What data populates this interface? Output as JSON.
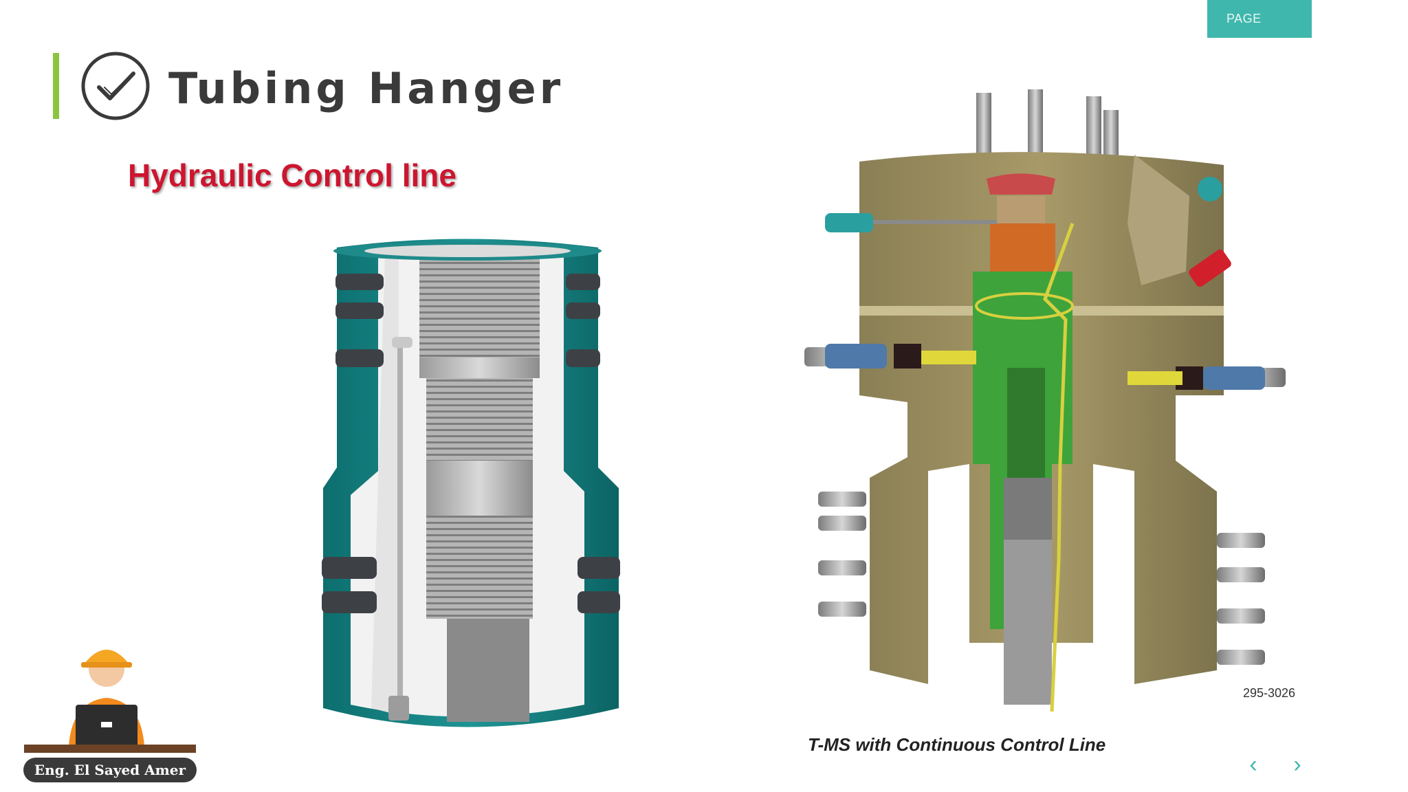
{
  "header": {
    "page_tab_label": "PAGE",
    "title": "Tubing Hanger",
    "subtitle": "Hydraulic Control line"
  },
  "right_figure": {
    "figure_number": "295-3026",
    "caption": "T-MS with Continuous Control Line"
  },
  "navigation": {
    "prev_icon": "chevron-left-icon",
    "next_icon": "chevron-right-icon",
    "prev_glyph": "‹",
    "next_glyph": "›"
  },
  "author": {
    "name": "Eng. El Sayed Amer"
  },
  "colors": {
    "accent_teal": "#3fb7ad",
    "accent_green": "#8bc540",
    "subtitle_red": "#cc1630",
    "title_gray": "#3a3a3a"
  }
}
